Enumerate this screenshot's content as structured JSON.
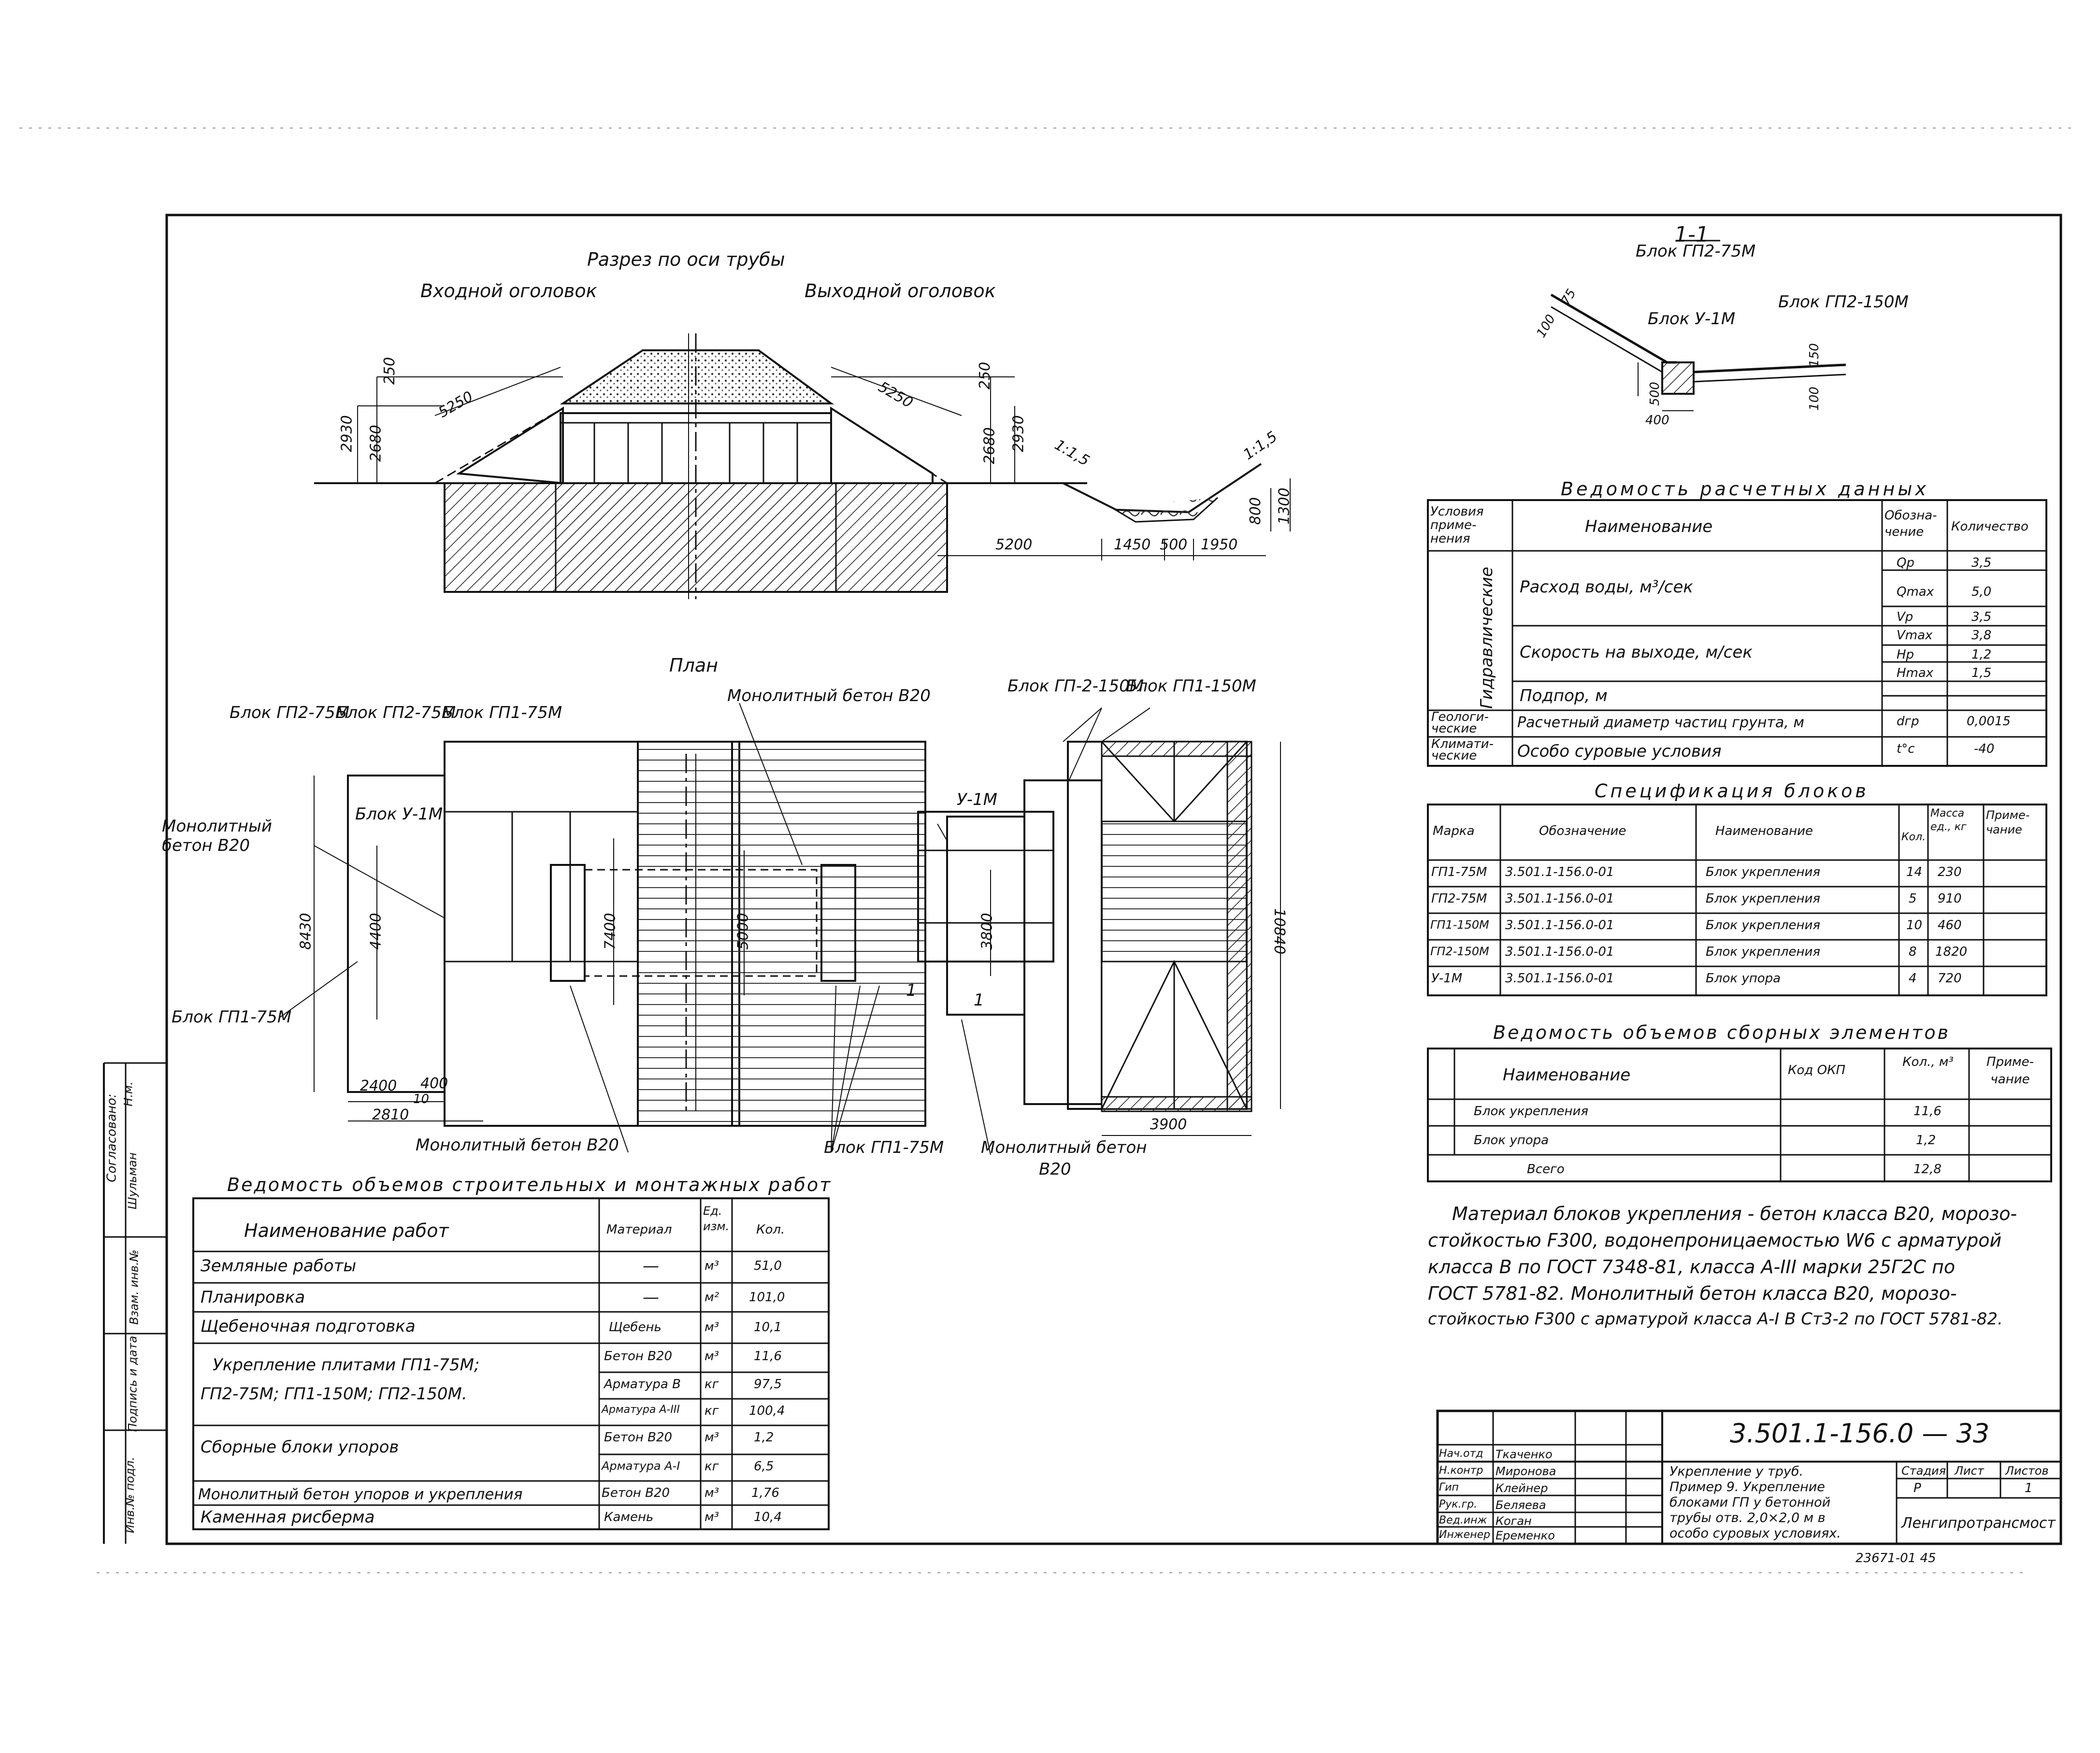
{
  "section": {
    "title": "Разрез по оси трубы",
    "inlet": "Входной оголовок",
    "outlet": "Выходной оголовок",
    "dims": {
      "d250a": "250",
      "d2930a": "2930",
      "d2680a": "2680",
      "d5250a": "5250",
      "d5250b": "5250",
      "d250b": "250",
      "d2680b": "2680",
      "d2930b": "2930",
      "slope1": "1:1,5",
      "slope2": "1:1,5",
      "d5200": "5200",
      "d1450": "1450",
      "d500": "500",
      "d1950": "1950",
      "d800": "800",
      "d1300": "1300"
    }
  },
  "cut": {
    "title": "1-1",
    "block_gp2_75": "Блок ГП2-75М",
    "block_u1": "Блок У-1М",
    "block_gp2_150": "Блок ГП2-150М",
    "dims": {
      "d100": "100",
      "d75": "75",
      "d500": "500",
      "d400": "400",
      "d150": "150",
      "d100b": "100"
    }
  },
  "plan": {
    "title": "План",
    "labels": {
      "gp2_75a": "Блок ГП2-75М",
      "gp2_75b": "Блок ГП2-75М",
      "gp1_75a": "Блок ГП1-75М",
      "u1m_left": "Блок У-1М",
      "mono_left": "Монолитный бетон В20",
      "gp1_75_left": "Блок ГП1-75М",
      "mono_top": "Монолитный бетон В20",
      "gp2_150": "Блок ГП-2-150М",
      "gp1_150": "Блок ГП1-150М",
      "u1m_right": "У-1М",
      "mono_bottom": "Монолитный бетон В20",
      "gp1_75_bottom": "Блок ГП1-75М",
      "mono_right": "Монолитный бетон",
      "mono_right2": "В20",
      "cut_a": "1",
      "cut_b": "1"
    },
    "dims": {
      "d8430": "8430",
      "d4400": "4400",
      "d7400": "7400",
      "d5000": "5000",
      "d3800": "3800",
      "d10840": "10840",
      "d2400": "2400",
      "d400": "400",
      "d10": "10",
      "d2810": "2810",
      "d3900": "3900"
    }
  },
  "calc": {
    "title": "Ведомость расчетных данных",
    "h_cond": "Условия приме- нения",
    "h_name": "Наименование",
    "h_sym": "Обозна- чение",
    "h_qty": "Количество",
    "g_hydro": "Гидравлические",
    "g_geo": "Геологи- ческие",
    "g_clim": "Климати- ческие",
    "rows": [
      {
        "name": "Расход воды, м³/сек",
        "sym": [
          "Qр",
          "Qmax"
        ],
        "val": [
          "3,5",
          "5,0"
        ]
      },
      {
        "name": "Скорость на выходе, м/сек",
        "sym": [
          "Vр",
          "Vmax"
        ],
        "val": [
          "3,5",
          "3,8"
        ]
      },
      {
        "name": "Подпор, м",
        "sym": [
          "Hр",
          "Hmax"
        ],
        "val": [
          "1,2",
          "1,5"
        ]
      },
      {
        "name": "Расчетный диаметр частиц грунта, м",
        "sym": [
          "dгр"
        ],
        "val": [
          "0,0015"
        ]
      },
      {
        "name": "Особо суровые условия",
        "sym": [
          "t°c"
        ],
        "val": [
          "-40"
        ]
      }
    ]
  },
  "spec": {
    "title": "Спецификация блоков",
    "h": [
      "Марка",
      "Обозначение",
      "Наименование",
      "Кол.",
      "Масса ед., кг",
      "Приме- чание"
    ],
    "rows": [
      [
        "ГП1-75М",
        "3.501.1-156.0-01",
        "Блок укрепления",
        "14",
        "230",
        ""
      ],
      [
        "ГП2-75М",
        "3.501.1-156.0-01",
        "Блок укрепления",
        "5",
        "910",
        ""
      ],
      [
        "ГП1-150М",
        "3.501.1-156.0-01",
        "Блок укрепления",
        "10",
        "460",
        ""
      ],
      [
        "ГП2-150М",
        "3.501.1-156.0-01",
        "Блок укрепления",
        "8",
        "1820",
        ""
      ],
      [
        "У-1М",
        "3.501.1-156.0-01",
        "Блок упора",
        "4",
        "720",
        ""
      ]
    ]
  },
  "prefab": {
    "title": "Ведомость объемов сборных элементов",
    "h": [
      "Наименование",
      "Код ОКП",
      "Кол., м³",
      "Приме- чание"
    ],
    "rows": [
      [
        "Блок укрепления",
        "",
        "11,6",
        ""
      ],
      [
        "Блок упора",
        "",
        "1,2",
        ""
      ],
      [
        "Всего",
        "",
        "12,8",
        ""
      ]
    ]
  },
  "note": [
    "Материал блоков укрепления - бетон класса В20, морозо-",
    "стойкостью F300, водонепроницаемостью W6 с арматурой",
    "класса В по ГОСТ 7348-81, класса А-III марки 25Г2С по",
    "ГОСТ 5781-82. Монолитный бетон класса В20, морозо-",
    "стойкостью F300 с арматурой класса А-I В Ст3-2 по ГОСТ 5781-82."
  ],
  "works": {
    "title": "Ведомость объемов строительных и монтажных работ",
    "h": [
      "Наименование работ",
      "Материал",
      "Ед. изм.",
      "Кол."
    ],
    "rows": [
      [
        "Земляные работы",
        "—",
        "м³",
        "51,0"
      ],
      [
        "Планировка",
        "—",
        "м²",
        "101,0"
      ],
      [
        "Щебеночная подготовка",
        "Щебень",
        "м³",
        "10,1"
      ],
      [
        "Укрепление плитами ГП1-75М;",
        "Бетон В20",
        "м³",
        "11,6"
      ],
      [
        "ГП2-75М; ГП1-150М; ГП2-150М.",
        "Арматура В",
        "кг",
        "97,5"
      ],
      [
        "",
        "Арматура А-III",
        "кг",
        "100,4"
      ],
      [
        "Сборные блоки упоров",
        "Бетон В20",
        "м³",
        "1,2"
      ],
      [
        "",
        "Арматура А-I",
        "кг",
        "6,5"
      ],
      [
        "Монолитный бетон упоров и укрепления",
        "Бетон В20",
        "м³",
        "1,76"
      ],
      [
        "Каменная рисберма",
        "Камень",
        "м³",
        "10,4"
      ]
    ]
  },
  "stamp": {
    "code": "3.501.1-156.0 — 33",
    "roles": [
      "Нач.отд",
      "Н.контр",
      "Гип",
      "Рук.гр.",
      "Вед.инж",
      "Инженер"
    ],
    "names": [
      "Ткаченко",
      "Миронова",
      "Клейнер",
      "Беляева",
      "Коган",
      "Еременко"
    ],
    "desc": [
      "Укрепление у труб.",
      "Пример 9. Укрепление",
      "блоками ГП у бетонной",
      "трубы отв. 2,0×2,0 м в",
      "особо суровых условиях."
    ],
    "h_stage": "Стадия",
    "h_sheet": "Лист",
    "h_sheets": "Листов",
    "stage": "Р",
    "sheets": "1",
    "org": "Ленгипротрансмост",
    "footer": "23671-01 45"
  },
  "side": {
    "agreed": "Согласовано:",
    "m1": "Шульман",
    "m2": "Н.м.",
    "cols": [
      "Инв.№ подл.",
      "Подпись и дата",
      "Взам. инв.№"
    ]
  }
}
